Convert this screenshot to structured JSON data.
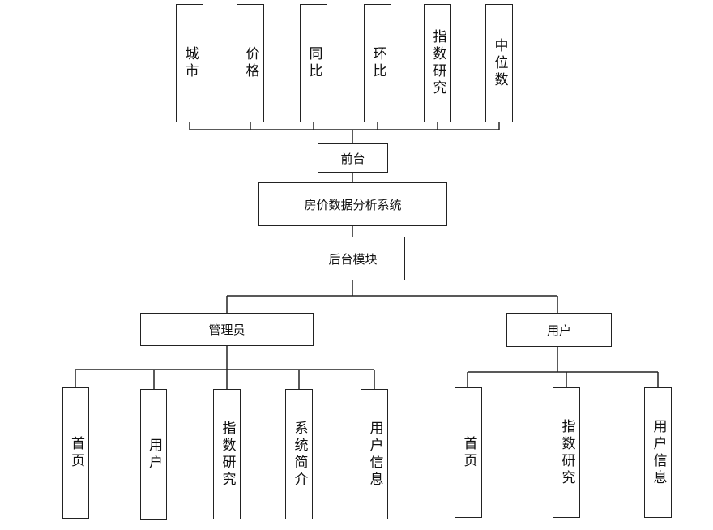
{
  "frontend": {
    "label": "前台",
    "items": [
      "城市",
      "价格",
      "同比",
      "环比",
      "指数研究",
      "中位数"
    ]
  },
  "system": {
    "label": "房价数据分析系统"
  },
  "backend": {
    "label": "后台模块"
  },
  "admin": {
    "label": "管理员",
    "items": [
      "首页",
      "用户",
      "指数研究",
      "系统简介",
      "用户信息"
    ]
  },
  "user": {
    "label": "用户",
    "items": [
      "首页",
      "指数研究",
      "用户信息"
    ]
  }
}
